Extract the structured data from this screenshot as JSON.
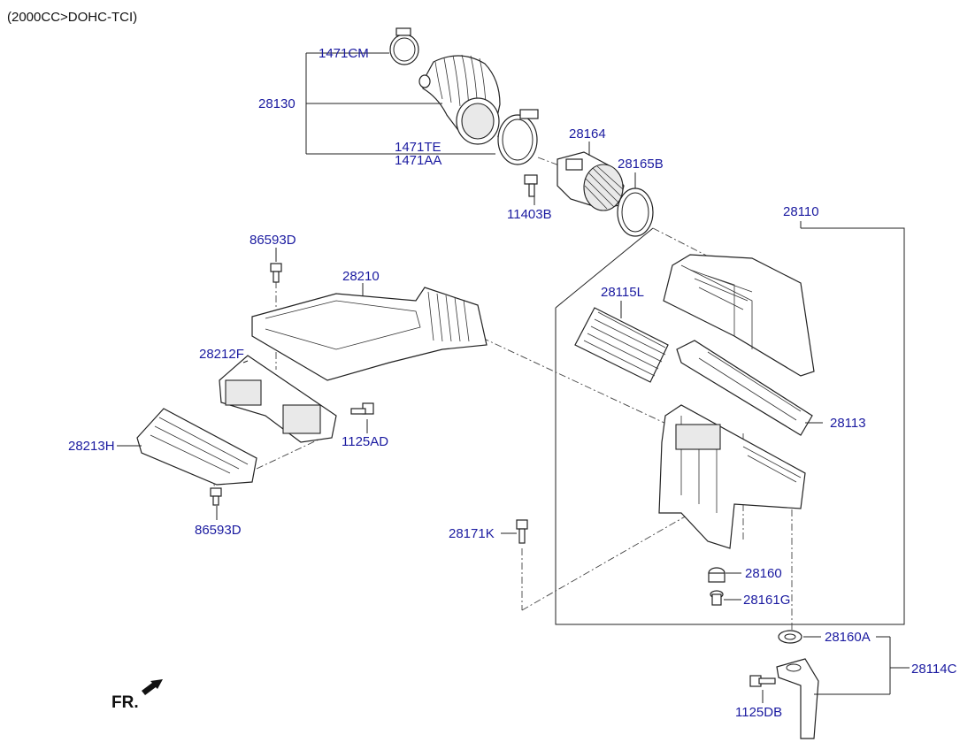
{
  "header": {
    "engine_note": "(2000CC>DOHC-TCI)"
  },
  "orientation": {
    "front_label": "FR."
  },
  "labels": {
    "p1471cm": "1471CM",
    "p28130": "28130",
    "p1471te": "1471TE",
    "p1471aa": "1471AA",
    "p28164": "28164",
    "p28165b": "28165B",
    "p11403b": "11403B",
    "p28110": "28110",
    "p86593d_top": "86593D",
    "p28210": "28210",
    "p28115l": "28115L",
    "p28212f": "28212F",
    "p28113": "28113",
    "p28213h": "28213H",
    "p1125ad": "1125AD",
    "p86593d_bottom": "86593D",
    "p28171k": "28171K",
    "p28160": "28160",
    "p28161g": "28161G",
    "p28160a": "28160A",
    "p28114c": "28114C",
    "p1125db": "1125DB"
  },
  "colors": {
    "label": "#1a1aa0",
    "line": "#222222",
    "fill": "#ffffff"
  }
}
